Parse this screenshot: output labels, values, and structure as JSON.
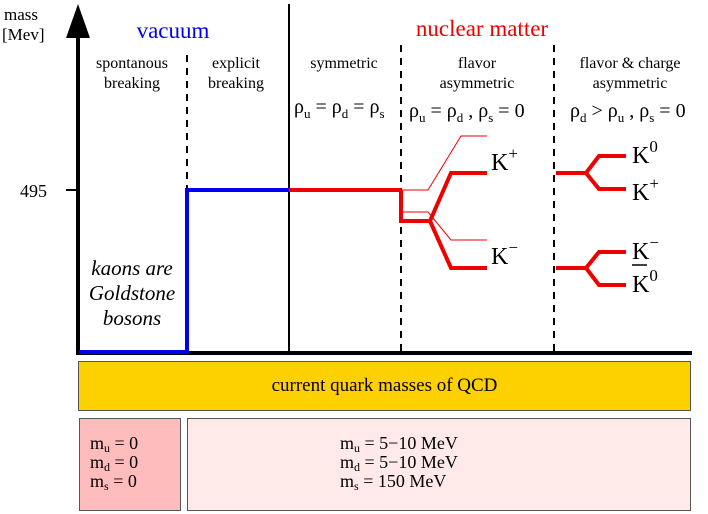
{
  "axis": {
    "label_line1": "mass",
    "label_line2": "[Mev]",
    "tick_value": "495"
  },
  "headers": {
    "vacuum": "vacuum",
    "nuclear_matter": "nuclear matter"
  },
  "colors": {
    "vacuum": "#0000ee",
    "nuclear_matter": "#ee0000",
    "qcd_bar": "#fdd000",
    "chiral_box": "#ffbcbc",
    "massive_box": "#ffe9e9"
  },
  "regions": {
    "spontaneous": {
      "line1": "spontanous",
      "line2": "breaking"
    },
    "explicit": {
      "line1": "explicit",
      "line2": "breaking"
    },
    "symmetric": {
      "line1": "symmetric"
    },
    "flavor_asym": {
      "line1": "flavor",
      "line2": "asymmetric"
    },
    "charge_asym": {
      "line1": "flavor & charge",
      "line2": "asymmetric"
    }
  },
  "density_labels": {
    "symmetric": {
      "rho": "ρ",
      "u": "u",
      "eq": " = ",
      "d": "d",
      "s": "s"
    },
    "flavor": {
      "rho": "ρ",
      "u": "u",
      "eq": " = ",
      "d": "d",
      "comma": " , ",
      "s": "s",
      "zero": " = 0"
    },
    "charge": {
      "rho": "ρ",
      "d": "d",
      "gt": " > ",
      "u": "u",
      "comma": " , ",
      "s": "s",
      "zero": " = 0"
    }
  },
  "kaons": {
    "k_base": "K",
    "plus": "+",
    "minus": "−",
    "zero": "0"
  },
  "goldstone_note": {
    "line1": "kaons are",
    "line2": "Goldstone",
    "line3": "bosons"
  },
  "qcd": {
    "label": "current quark masses of QCD"
  },
  "quark_masses": {
    "chiral_limit": [
      {
        "m": "m",
        "flavor": "u",
        "value": " = 0"
      },
      {
        "m": "m",
        "flavor": "d",
        "value": " = 0"
      },
      {
        "m": "m",
        "flavor": "s",
        "value": " = 0"
      }
    ],
    "physical": [
      {
        "m": "m",
        "flavor": "u",
        "value": " = 5−10 MeV"
      },
      {
        "m": "m",
        "flavor": "d",
        "value": " = 5−10 MeV"
      },
      {
        "m": "m",
        "flavor": "s",
        "value": " = 150 MeV"
      }
    ]
  }
}
